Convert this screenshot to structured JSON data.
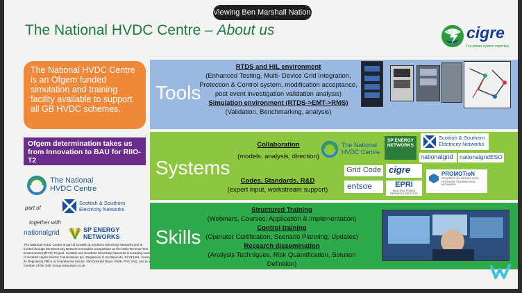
{
  "overlay": {
    "viewing_label": "Viewing Ben Marshall Nation..."
  },
  "slide": {
    "title_main": "The National HVDC Centre – ",
    "title_italic": "About us",
    "cigre": {
      "word": "cigre",
      "tagline": "For power system expertise"
    },
    "orange_box": "The National HVDC Centre is an Ofgem funded simulation and training facility available to support all GB HVDC schemes.",
    "ofgem_box": "Ofgem determination takes us from Innovation to BAU for RIIO-T2",
    "left_logos": {
      "nhc_line1": "The National",
      "nhc_line2": "HVDC Centre",
      "part_of": "part of",
      "sse_line1": "Scottish & Southern",
      "sse_line2": "Electricity Networks",
      "together_with": "together with",
      "nationalgrid": "nationalgrid",
      "sp_line1": "SP ENERGY",
      "sp_line2": "NETWORKS"
    },
    "legal_text": "The National HVDC Centre is part of Scottish & Southern Electricity Networks and is funded through the Electricity Network Innovation Competition as the Multi-Terminal Test Environment (MTTE) Project. Scottish and Southern Electricity Networks is a trading name of Scottish Hydro Electric Transmission plc, Registered in Scotland No. SC213461, having its Registered Office at Inveralmond House, 200 Dunkeld Road, Perth, PH1 3AQ, and is a member of the SSE Group www.ssen.co.uk",
    "tools": {
      "word": "Tools",
      "h1": "RTDS and HiL environment",
      "l1": "(Enhanced Testing, Multi- Device Grid Integration,",
      "l2": "Protection & Control system, modification acceptance,",
      "l3": "post event investigation validation analysis)",
      "h2": "Simulation environment (RTDS->EMT->RMS)",
      "l4": "(Validation, Benchmarking, analysis)"
    },
    "systems": {
      "word": "Systems",
      "h1": "Collaboration",
      "l1": "(models, analysis, direction)",
      "h2": "Codes, Standards, R&D",
      "l2": "(expert input, workstream support)",
      "logos": {
        "nhc1": "The National",
        "nhc2": "HVDC Centre",
        "sp": "SP ENERGY NETWORKS",
        "sse1": "Scottish & Southern",
        "sse2": "Electricity Networks",
        "ng": "nationalgrid",
        "ngeso": "nationalgridESO",
        "gridcode": "Grid Code",
        "cigre": "cigre",
        "entsoe": "entsoe",
        "epri": "EPRI",
        "epri_sub": "ELECTRIC POWER RESEARCH INSTITUTE",
        "promotion": "PROMOTioN",
        "promotion_sub": "PROGRESS ON MESHED HVDC OFFSHORE TRANSMISSION NETWORKS"
      }
    },
    "skills": {
      "word": "Skills",
      "h1": "Structured Training",
      "l1": "(Webinars, Courses, Application & Implementation)",
      "h2": "Control training",
      "l2": "(Operator Certification, Scenario Planning, Updates)",
      "h3": "Research dissemination",
      "l3": "(Analysis Techniques, Risk Quantification, Solution Definition)"
    }
  },
  "colors": {
    "title_green": "#1f7a3f",
    "orange": "#f0883a",
    "purple": "#6b2d8a",
    "tools_blue": "#9bb9e0",
    "systems_green": "#8dc63f",
    "skills_green": "#2eaa4a"
  }
}
